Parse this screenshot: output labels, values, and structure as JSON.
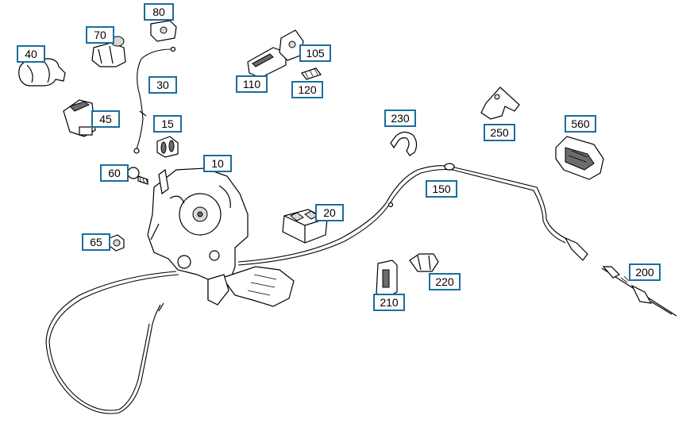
{
  "callouts": [
    {
      "id": "80",
      "label": "80"
    },
    {
      "id": "70",
      "label": "70"
    },
    {
      "id": "40",
      "label": "40"
    },
    {
      "id": "105",
      "label": "105"
    },
    {
      "id": "30",
      "label": "30"
    },
    {
      "id": "110",
      "label": "110"
    },
    {
      "id": "120",
      "label": "120"
    },
    {
      "id": "45",
      "label": "45"
    },
    {
      "id": "15",
      "label": "15"
    },
    {
      "id": "230",
      "label": "230"
    },
    {
      "id": "250",
      "label": "250"
    },
    {
      "id": "560",
      "label": "560"
    },
    {
      "id": "60",
      "label": "60"
    },
    {
      "id": "10",
      "label": "10"
    },
    {
      "id": "150",
      "label": "150"
    },
    {
      "id": "20",
      "label": "20"
    },
    {
      "id": "65",
      "label": "65"
    },
    {
      "id": "200",
      "label": "200"
    },
    {
      "id": "220",
      "label": "220"
    },
    {
      "id": "210",
      "label": "210"
    }
  ]
}
